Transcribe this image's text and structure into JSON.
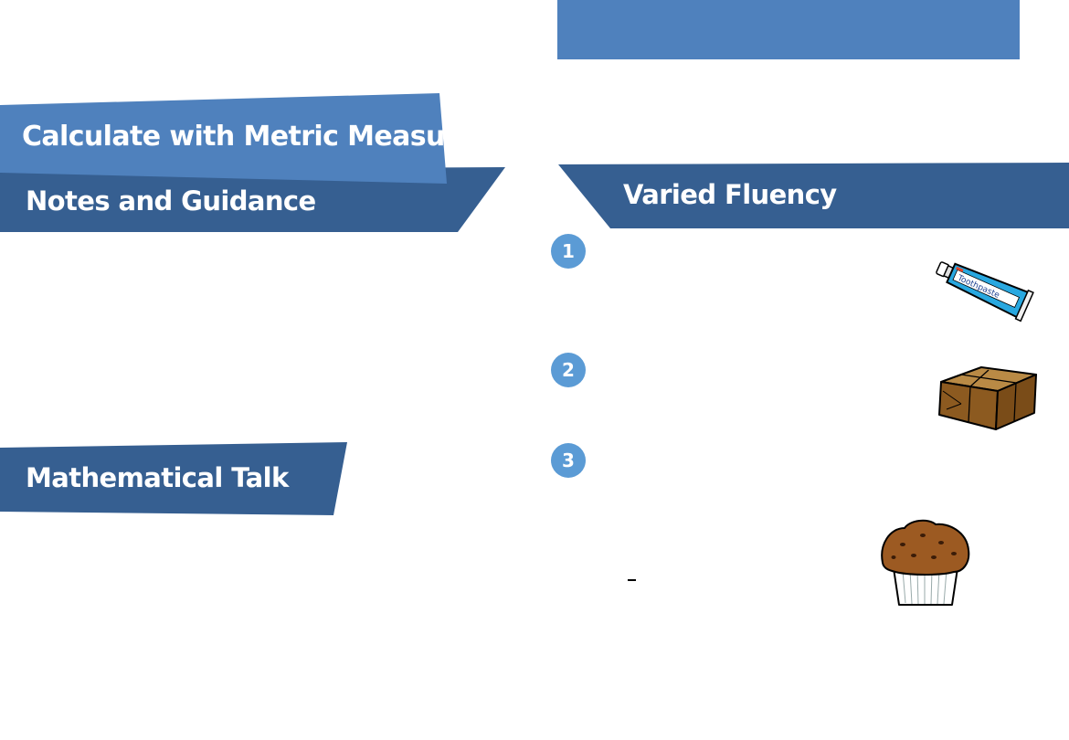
{
  "header": {
    "title": "Calculate with Metric Measures"
  },
  "sections": {
    "notes": "Notes and Guidance",
    "talk": "Mathematical Talk",
    "fluency": "Varied Fluency"
  },
  "questions": [
    {
      "number": "1",
      "image": "toothpaste-tube"
    },
    {
      "number": "2",
      "image": "parcel-box"
    },
    {
      "number": "3",
      "image": "muffin"
    }
  ],
  "colors": {
    "top_bar": "#4f81bd",
    "title_banner": "#4f81bd",
    "section_banner": "#365f91",
    "number_circle": "#5b9bd5"
  },
  "illustrations": {
    "toothpaste_label": "Toothpaste"
  }
}
